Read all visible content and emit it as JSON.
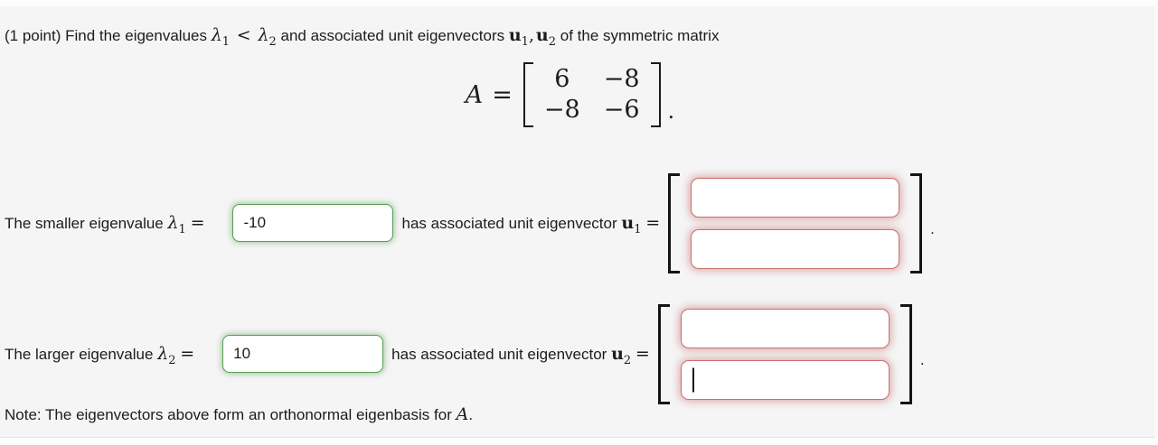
{
  "colors": {
    "page_background": "#f5f5f5",
    "correct_border": "#5a9e53",
    "incorrect_border": "#c96f6f",
    "text": "#1c1c1c"
  },
  "intro": {
    "prefix": "(1 point) Find the eigenvalues",
    "lambda": "λ",
    "lambda1_sub": "1",
    "less_than": "<",
    "lambda2_sub": "2",
    "middle": "and associated unit eigenvectors",
    "u": "u",
    "u1_sub": "1",
    "comma": ",",
    "u2_sub": "2",
    "suffix": "of the symmetric matrix"
  },
  "matrix": {
    "name": "A",
    "equals": "=",
    "rows": [
      [
        "6",
        "−8"
      ],
      [
        "−8",
        "−6"
      ]
    ],
    "period": "."
  },
  "eigenvalue1": {
    "label": "The smaller eigenvalue",
    "lambda": "λ",
    "sub": "1",
    "equals": "=",
    "value": "-10",
    "mid": "has associated unit eigenvector",
    "u": "u",
    "u_sub": "1",
    "vec_equals": "=",
    "vector": [
      "",
      ""
    ],
    "period": "."
  },
  "eigenvalue2": {
    "label": "The larger eigenvalue",
    "lambda": "λ",
    "sub": "2",
    "equals": "=",
    "value": "10",
    "mid": "has associated unit eigenvector",
    "u": "u",
    "u_sub": "2",
    "vec_equals": "=",
    "vector": [
      "",
      ""
    ],
    "period": "."
  },
  "note": {
    "prefix": "Note: The eigenvectors above form an orthonormal eigenbasis for",
    "matrix_name": "A",
    "period": "."
  }
}
